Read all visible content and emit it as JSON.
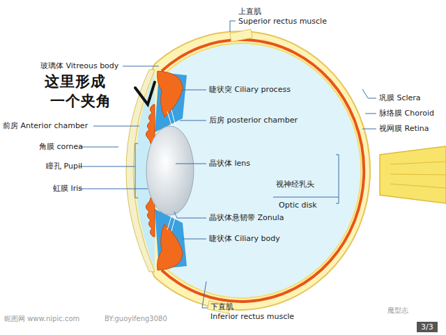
{
  "diagram": {
    "labels": [
      "上直肌",
      "Superior rectus muscle",
      "玻璃体 Vitreous body",
      "这里形成",
      "一个夹角",
      "睫状突 Ciliary process",
      "巩膜 Sclera",
      "脉络膜 Choroid",
      "视网膜 Retina",
      "前房 Anterior chamber",
      "后房 posterior chamber",
      "角膜 cornea",
      "瞳孔 Pupil",
      "晶状体 lens",
      "虹膜 Iris",
      "视神经乳头",
      "Optic disk",
      "晶状体悬韧带 Zonula",
      "睫状体 Ciliary body",
      "下直肌",
      "Inferior rectus muscle",
      "昵图网 www.nipic.com",
      "BY:guoyifeng3080",
      "魔型志",
      "3/3"
    ]
  }
}
